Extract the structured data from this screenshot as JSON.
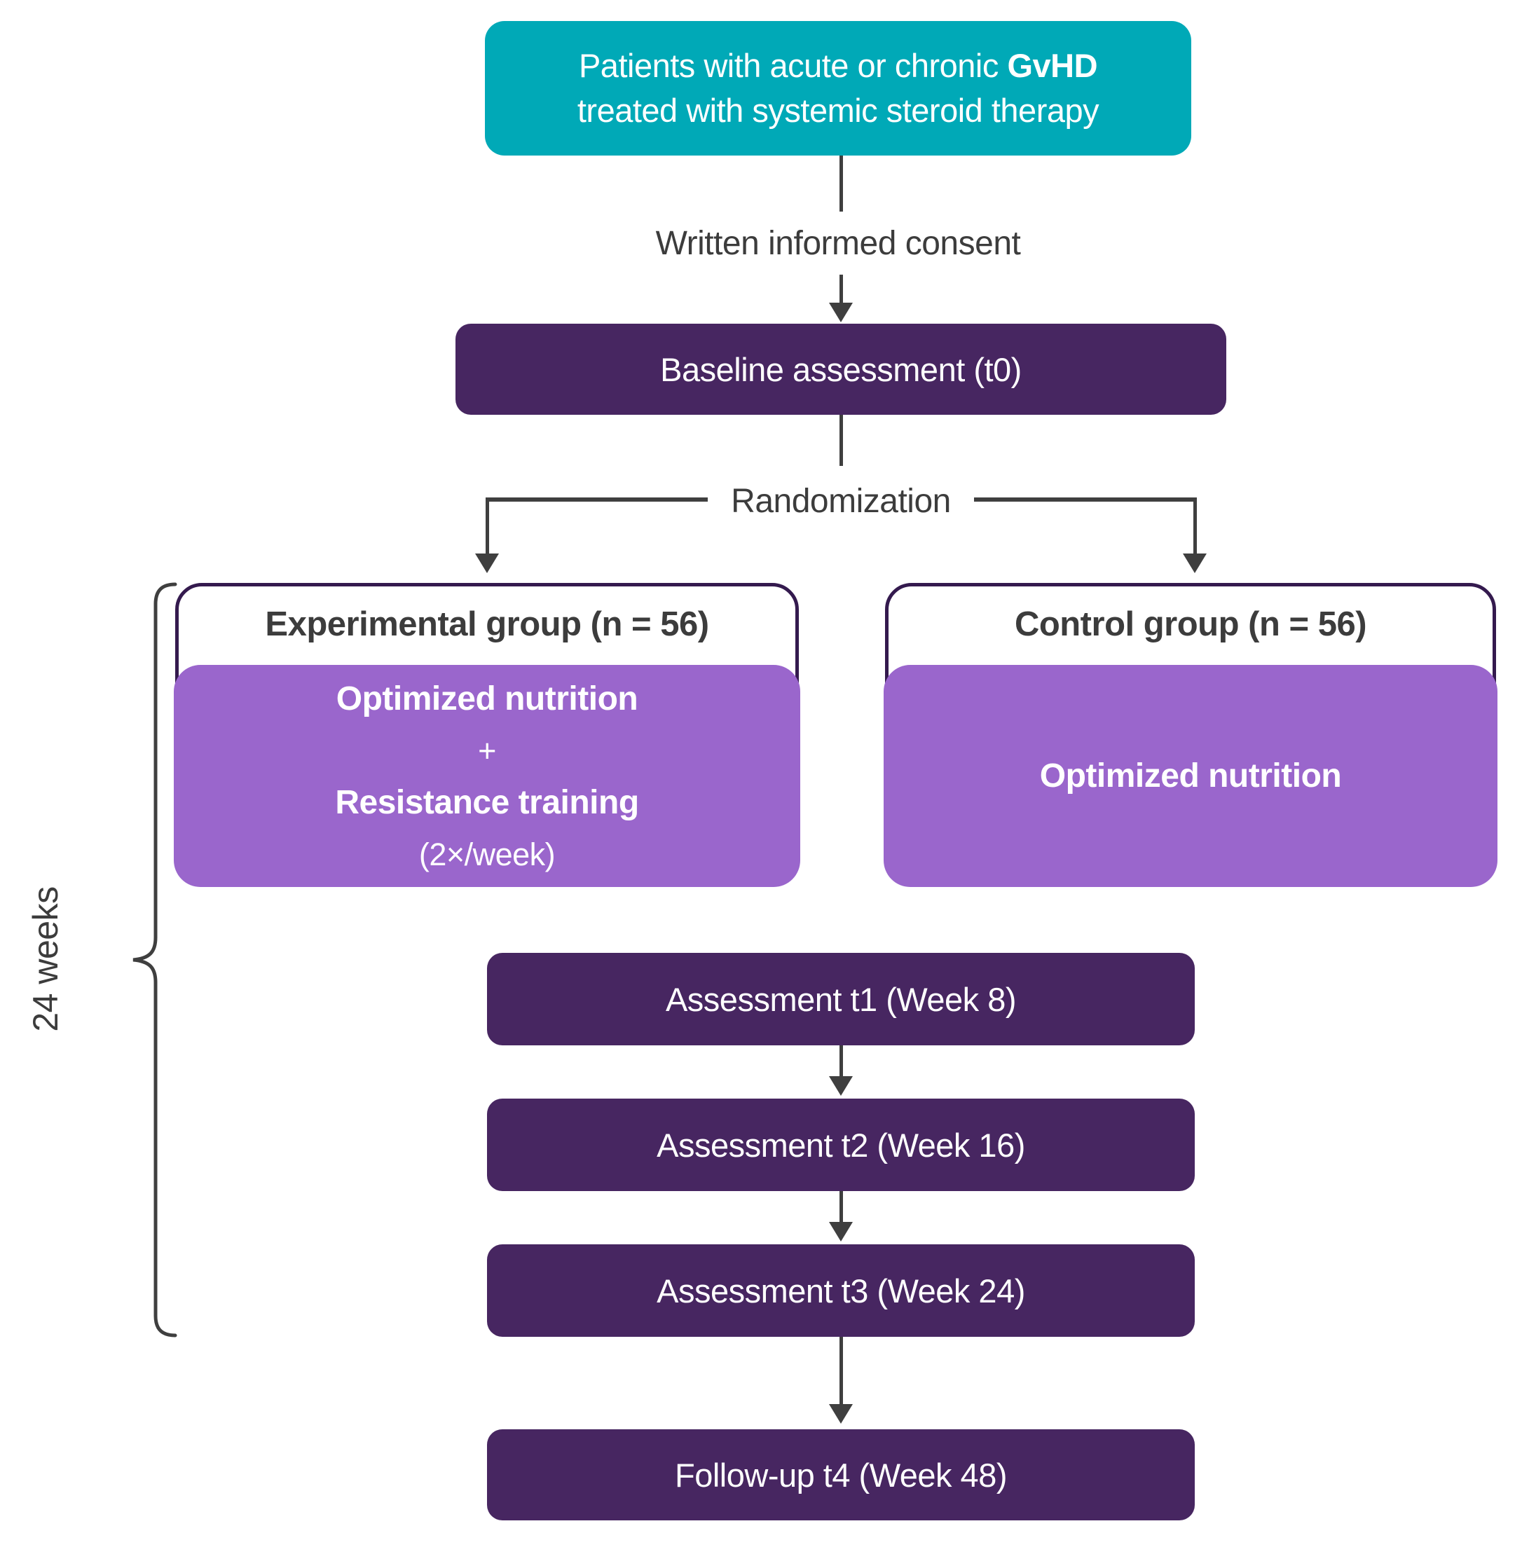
{
  "colors": {
    "teal": "#00a9b7",
    "dark_purple": "#472661",
    "light_purple": "#9a66cc",
    "group_border": "#341a4e",
    "connector_gray": "#3f3f3f",
    "label_gray": "#3c3c3c",
    "box_text": "#ffffff",
    "background": "#ffffff"
  },
  "top_box": {
    "line1_prefix": "Patients with acute or chronic ",
    "line1_bold": "GvHD",
    "line2": "treated with systemic steroid therapy"
  },
  "labels": {
    "consent": "Written informed consent",
    "randomization": "Randomization",
    "duration": "24 weeks"
  },
  "baseline_box": {
    "label": "Baseline assessment (t0)"
  },
  "groups": {
    "experimental": {
      "title": "Experimental group (n = 56)",
      "intervention_1": "Optimized nutrition",
      "plus": "+",
      "intervention_2": "Resistance training",
      "frequency": "(2×/week)"
    },
    "control": {
      "title": "Control group (n = 56)",
      "intervention": "Optimized nutrition"
    }
  },
  "assessments": [
    {
      "label": "Assessment t1 (Week 8)"
    },
    {
      "label": "Assessment t2 (Week 16)"
    },
    {
      "label": "Assessment t3 (Week 24)"
    }
  ],
  "followup_box": {
    "label": "Follow-up t4 (Week 48)"
  }
}
